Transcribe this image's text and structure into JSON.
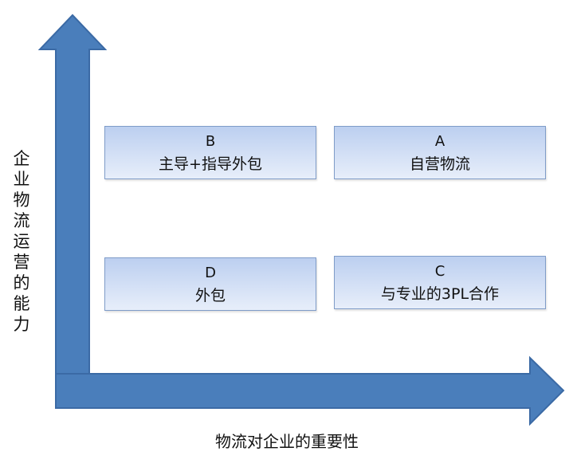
{
  "axes": {
    "y_label": "企业物流运营的能力",
    "x_label": "物流对企业的重要性",
    "color": "#4a7ebb"
  },
  "quadrants": {
    "b": {
      "letter": "B",
      "text": "主导+指导外包"
    },
    "a": {
      "letter": "A",
      "text": "自营物流"
    },
    "d": {
      "letter": "D",
      "text": "外包"
    },
    "c": {
      "letter": "C",
      "text": "与专业的3PL合作"
    }
  }
}
